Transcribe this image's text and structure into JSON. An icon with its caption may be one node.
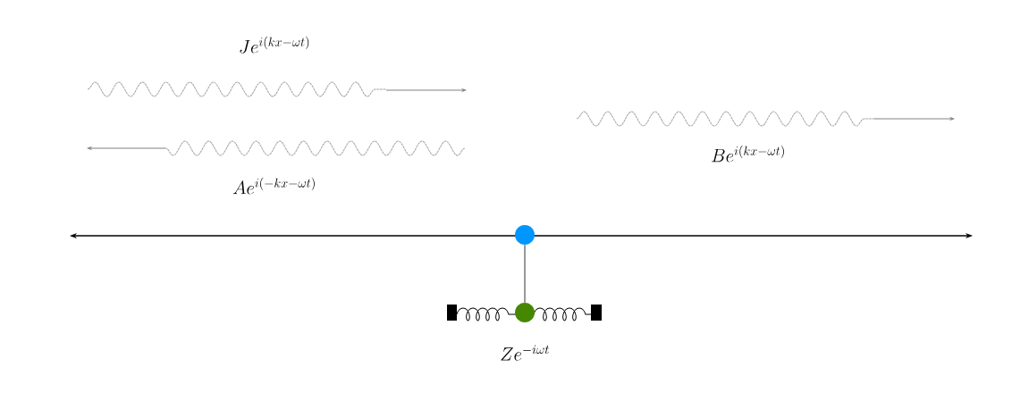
{
  "diagram": {
    "nodes": [
      {
        "text": [],
        "shape": "circle"
      },
      {
        "text": [],
        "shape": "circle",
        "beside": [
          "Ze^{-i\\omega t}"
        ]
      }
    ],
    "edges": [
      {
        "from": 0,
        "to": 1,
        "arrow": "none"
      }
    ],
    "labels": [
      "Je^{i(kx-\\omega t)}",
      "Ae^{i(-kx-\\omega t)}",
      "Be^{i(kx-\\omega t)}"
    ]
  }
}
